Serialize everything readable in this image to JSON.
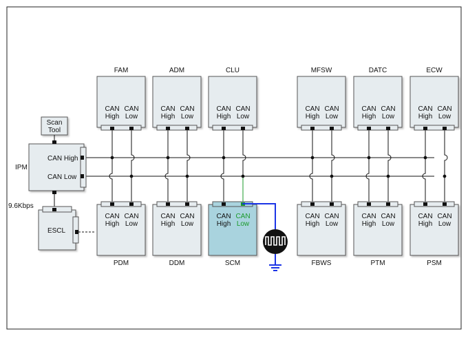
{
  "top_modules": [
    {
      "name": "FAM",
      "pin_high": "CAN\nHigh",
      "pin_low": "CAN\nLow"
    },
    {
      "name": "ADM",
      "pin_high": "CAN\nHigh",
      "pin_low": "CAN\nLow"
    },
    {
      "name": "CLU",
      "pin_high": "CAN\nHigh",
      "pin_low": "CAN\nLow"
    },
    {
      "name": "MFSW",
      "pin_high": "CAN\nHigh",
      "pin_low": "CAN\nLow"
    },
    {
      "name": "DATC",
      "pin_high": "CAN\nHigh",
      "pin_low": "CAN\nLow"
    },
    {
      "name": "ECW",
      "pin_high": "CAN\nHigh",
      "pin_low": "CAN\nLow"
    }
  ],
  "bottom_modules": [
    {
      "name": "PDM",
      "pin_high": "CAN\nHigh",
      "pin_low": "CAN\nLow"
    },
    {
      "name": "DDM",
      "pin_high": "CAN\nHigh",
      "pin_low": "CAN\nLow"
    },
    {
      "name": "SCM",
      "pin_high": "CAN\nHigh",
      "pin_low": "CAN\nLow",
      "highlighted": true
    },
    {
      "name": "FBWS",
      "pin_high": "CAN\nHigh",
      "pin_low": "CAN\nLow"
    },
    {
      "name": "PTM",
      "pin_high": "CAN\nHigh",
      "pin_low": "CAN\nLow"
    },
    {
      "name": "PSM",
      "pin_high": "CAN\nHigh",
      "pin_low": "CAN\nLow"
    }
  ],
  "ipm": {
    "name": "IPM",
    "can_high": "CAN High",
    "can_low": "CAN Low"
  },
  "scan_tool": {
    "label": "Scan\nTool"
  },
  "escl": {
    "label": "ESCL",
    "speed": "9.6Kbps"
  },
  "colors": {
    "module_fill": "#e6ecef",
    "highlight_fill": "#a9d3de",
    "probe_wire": "#1a33e6",
    "can_low_highlight": "#1a9a2a",
    "bus_line": "#111111"
  },
  "icons": {
    "probe": "oscilloscope-square-wave-icon",
    "ground": "ground-icon"
  }
}
